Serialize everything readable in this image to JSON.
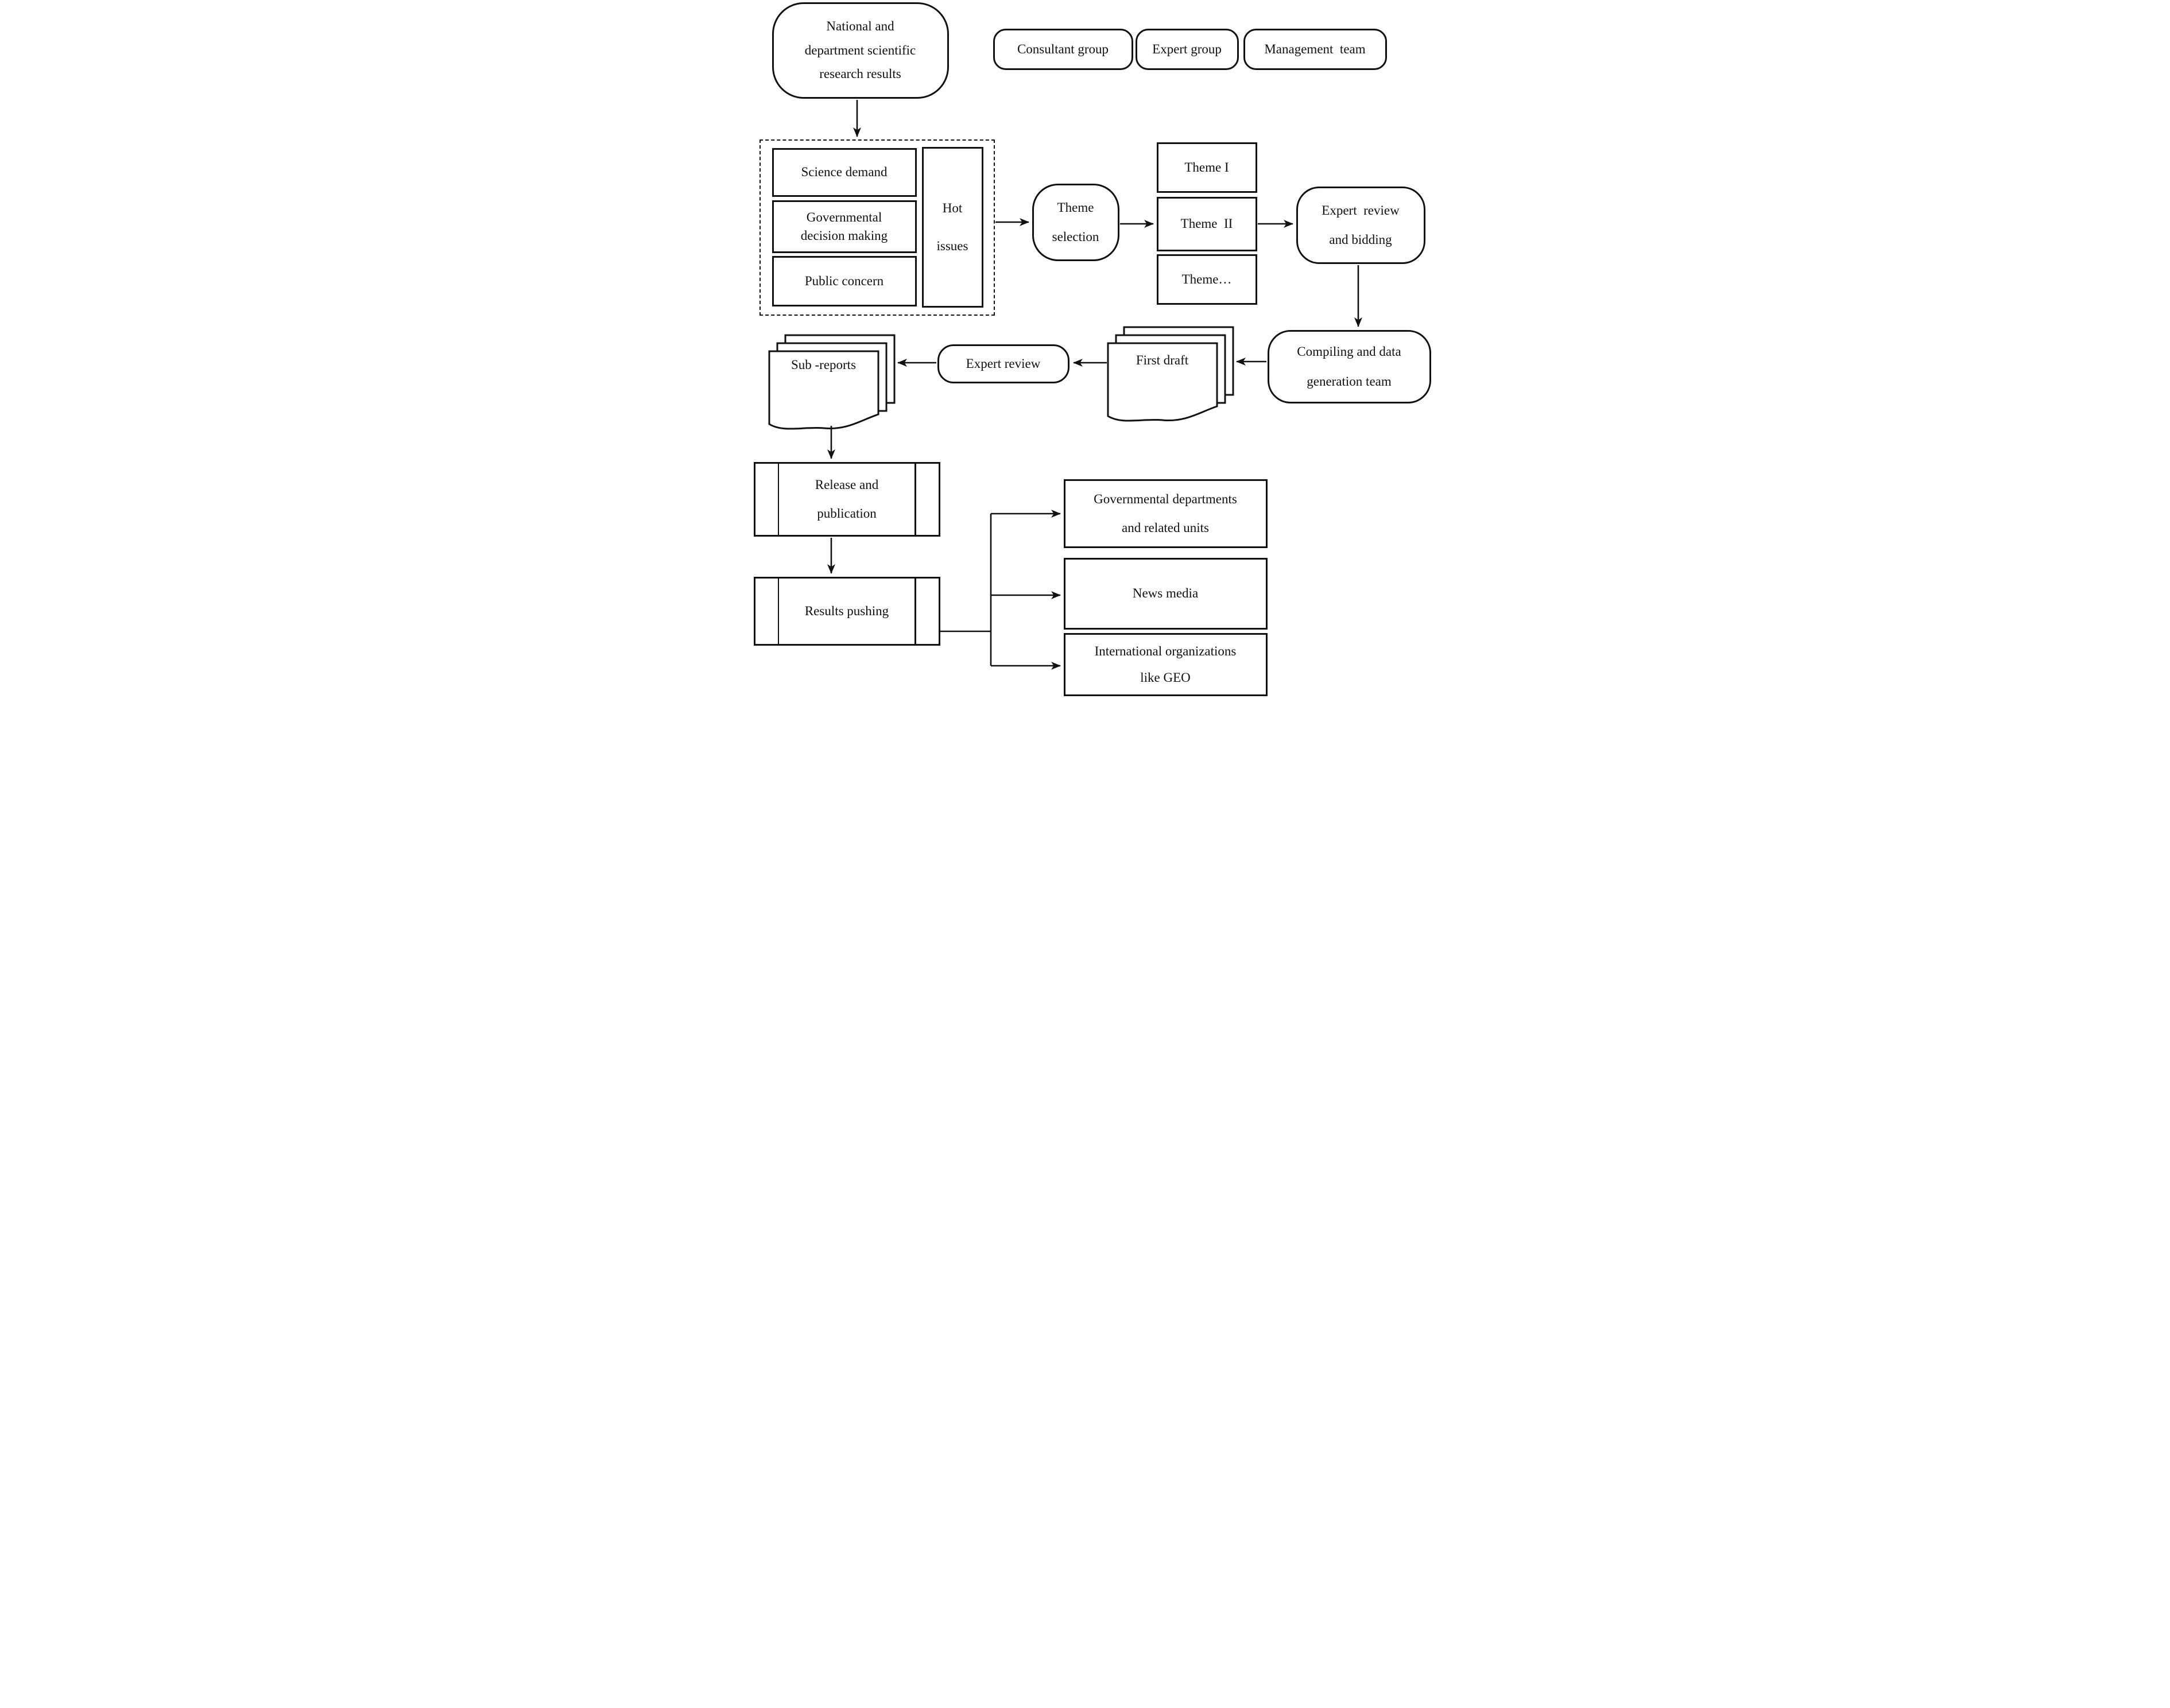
{
  "diagram": {
    "background": "#ffffff",
    "stroke_color": "#111111",
    "nodes": {
      "national": {
        "lines": [
          "National and",
          "department scientific",
          "research results"
        ]
      },
      "consultant": {
        "lines": [
          "Consultant group"
        ]
      },
      "expert_group": {
        "lines": [
          "Expert group"
        ]
      },
      "management": {
        "lines": [
          "Management  team"
        ]
      },
      "science_demand": {
        "lines": [
          "Science demand"
        ]
      },
      "governmental_decision": {
        "lines": [
          "Governmental",
          "decision making"
        ]
      },
      "public_concern": {
        "lines": [
          "Public concern"
        ]
      },
      "hot_issues": {
        "lines": [
          "Hot",
          "issues"
        ]
      },
      "theme_selection": {
        "lines": [
          "Theme",
          "selection"
        ]
      },
      "theme_1": {
        "lines": [
          "Theme I"
        ]
      },
      "theme_2": {
        "lines": [
          "Theme  II"
        ]
      },
      "theme_3": {
        "lines": [
          "Theme…"
        ]
      },
      "expert_review_bidding": {
        "lines": [
          "Expert  review",
          "and bidding"
        ]
      },
      "compiling_team": {
        "lines": [
          "Compiling and data",
          "generation team"
        ]
      },
      "first_draft": {
        "lines": [
          "First draft"
        ]
      },
      "expert_review": {
        "lines": [
          "Expert review"
        ]
      },
      "sub_reports": {
        "lines": [
          "Sub -reports"
        ]
      },
      "release_publication": {
        "lines": [
          "Release and",
          "publication"
        ]
      },
      "results_pushing": {
        "lines": [
          "Results pushing"
        ]
      },
      "gov_departments": {
        "lines": [
          "Governmental departments",
          "and related units"
        ]
      },
      "news_media": {
        "lines": [
          "News media"
        ]
      },
      "intl_geo": {
        "lines": [
          "International organizations",
          "like GEO"
        ]
      }
    }
  }
}
